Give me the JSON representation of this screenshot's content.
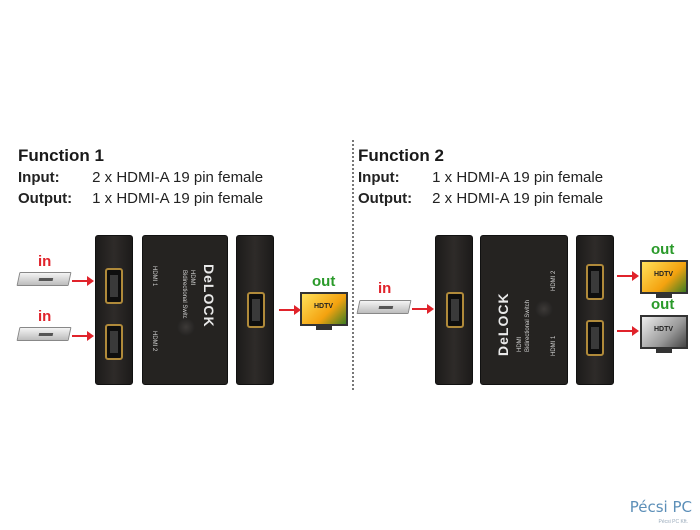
{
  "function1": {
    "title": "Function 1",
    "input_key": "Input:",
    "input_val": "2 x HDMI-A 19 pin female",
    "output_key": "Output:",
    "output_val": "1 x HDMI-A 19 pin female",
    "in_labels": [
      "in",
      "in"
    ],
    "out_labels": [
      "out"
    ]
  },
  "function2": {
    "title": "Function 2",
    "input_key": "Input:",
    "input_val": "1 x HDMI-A 19 pin female",
    "output_key": "Output:",
    "output_val": "2 x HDMI-A 19 pin female",
    "in_labels": [
      "in"
    ],
    "out_labels": [
      "out",
      "out"
    ]
  },
  "device": {
    "brand": "DeLOCK",
    "model": "HDMI",
    "subtitle": "Bidirectional Switch",
    "port1": "HDMI 1",
    "port2": "HDMI 2"
  },
  "tv_label": "HDTV",
  "watermark": {
    "main": "Pécsi PC",
    "sub": "Pécsi PC Kft."
  },
  "colors": {
    "in": "#e0232b",
    "out": "#2a9a2a"
  }
}
